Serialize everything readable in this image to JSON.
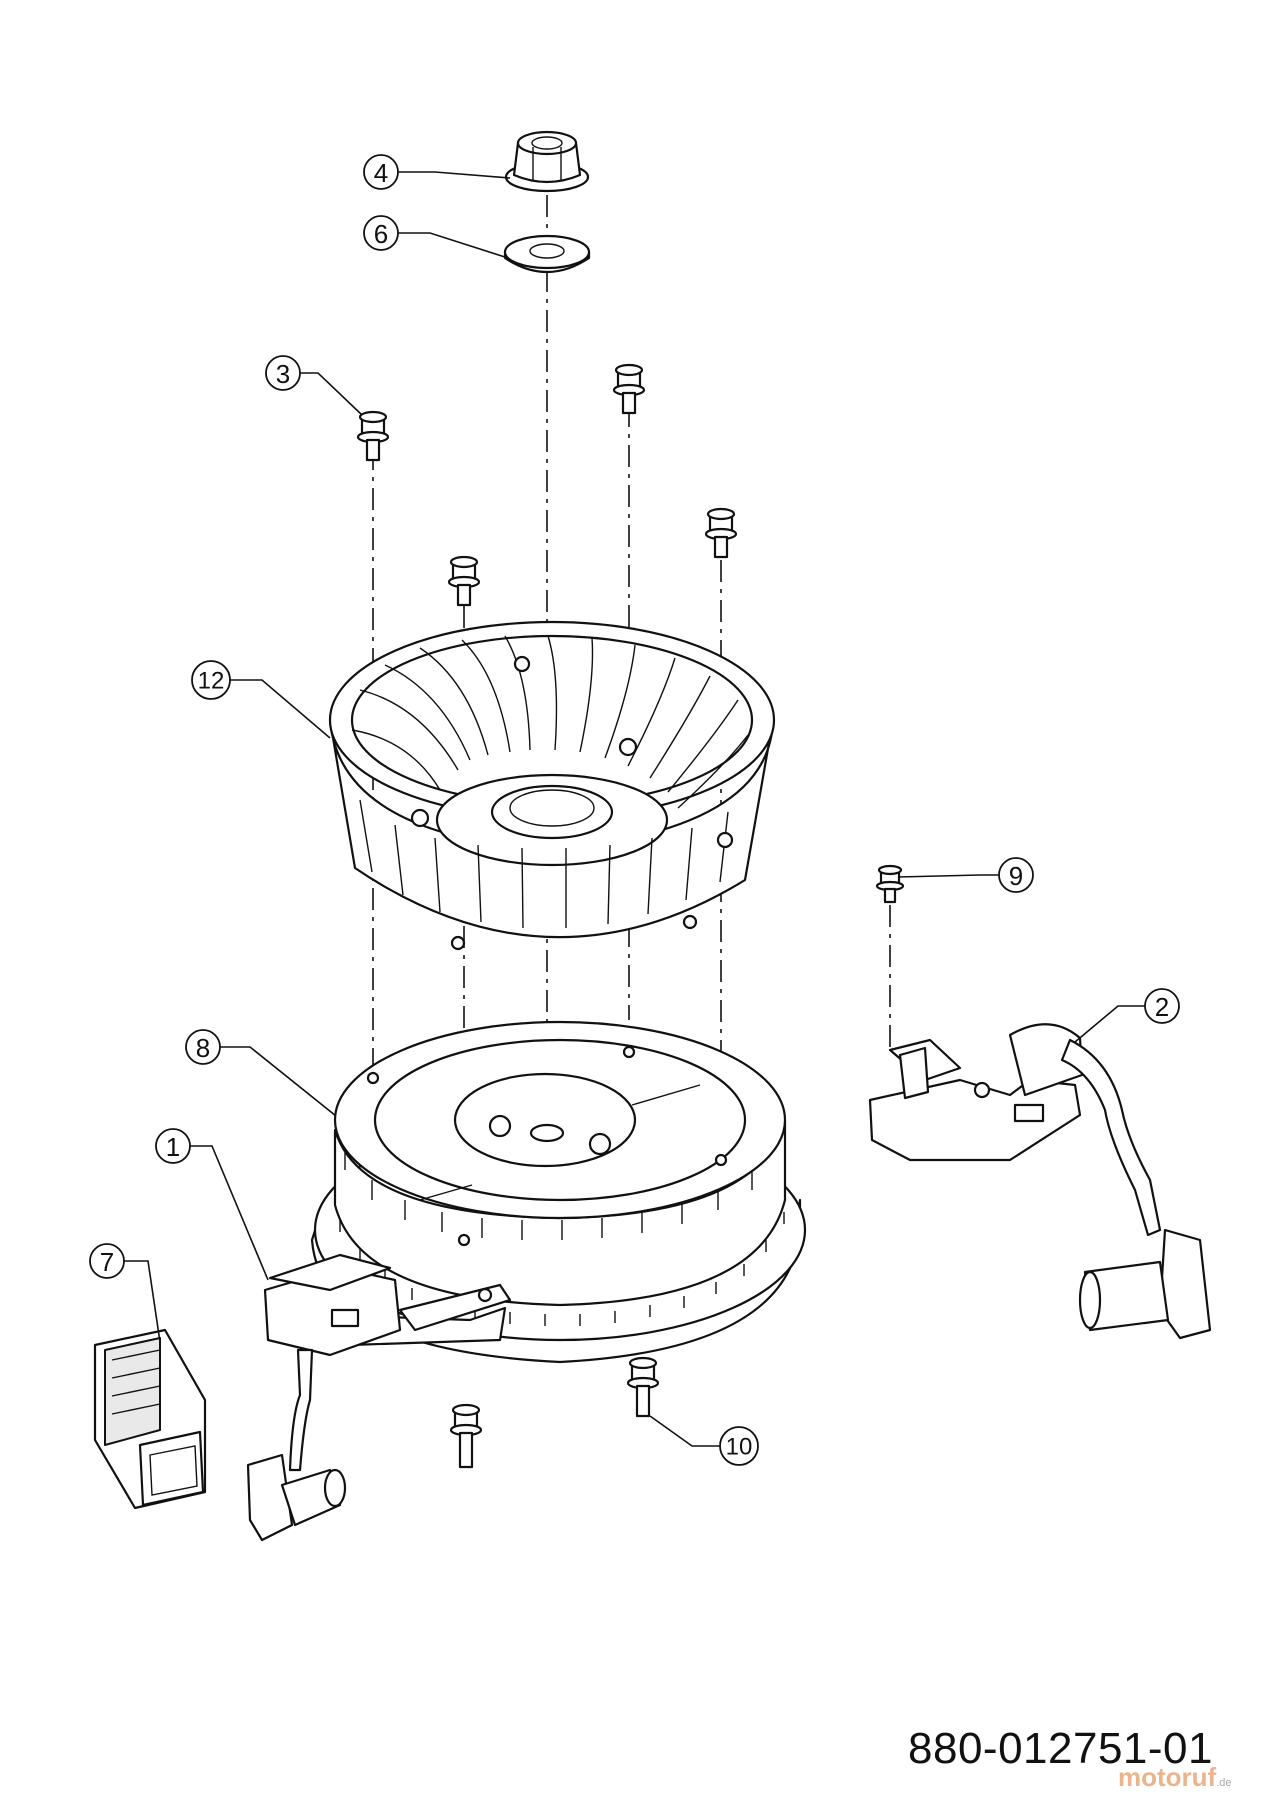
{
  "drawing": {
    "code": "880-012751-01",
    "watermark": "motoruf",
    "watermark_suffix": ".de"
  },
  "callouts": [
    {
      "id": "c1",
      "label": "1"
    },
    {
      "id": "c2",
      "label": "2"
    },
    {
      "id": "c3",
      "label": "3"
    },
    {
      "id": "c4",
      "label": "4"
    },
    {
      "id": "c6",
      "label": "6"
    },
    {
      "id": "c7",
      "label": "7"
    },
    {
      "id": "c8",
      "label": "8"
    },
    {
      "id": "c9",
      "label": "9"
    },
    {
      "id": "c10",
      "label": "10"
    },
    {
      "id": "c12",
      "label": "12"
    }
  ]
}
